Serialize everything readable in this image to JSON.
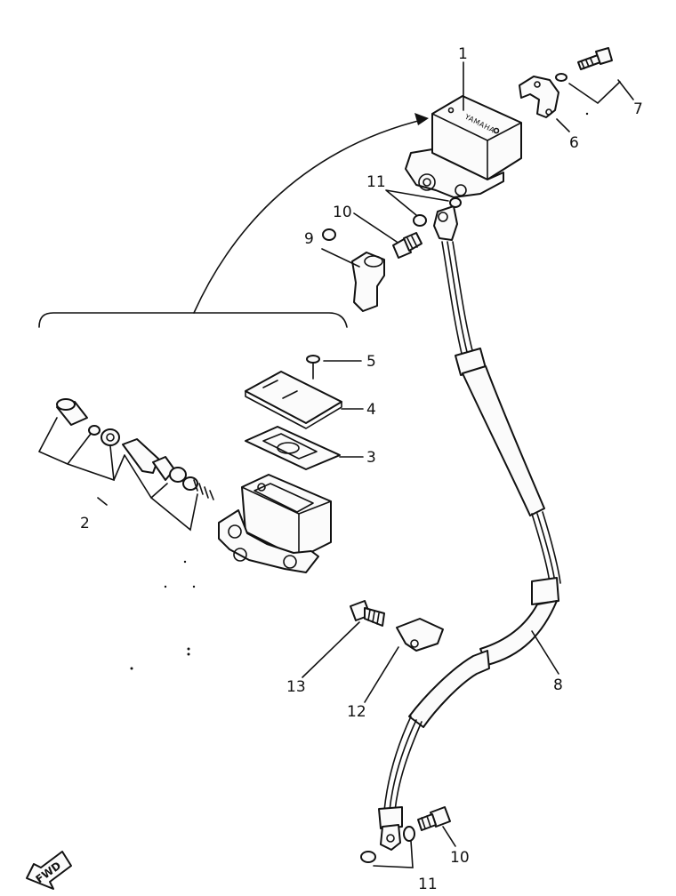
{
  "diagram": {
    "brand_mark": "YAMAHA",
    "direction_label": "FWD",
    "callouts": {
      "c1": "1",
      "c2": "2",
      "c3": "3",
      "c4": "4",
      "c5": "5",
      "c6": "6",
      "c7": "7",
      "c8": "8",
      "c9": "9",
      "c10_top": "10",
      "c10_bottom": "10",
      "c11_top": "11",
      "c11_bottom": "11",
      "c12": "12",
      "c13": "13"
    }
  }
}
